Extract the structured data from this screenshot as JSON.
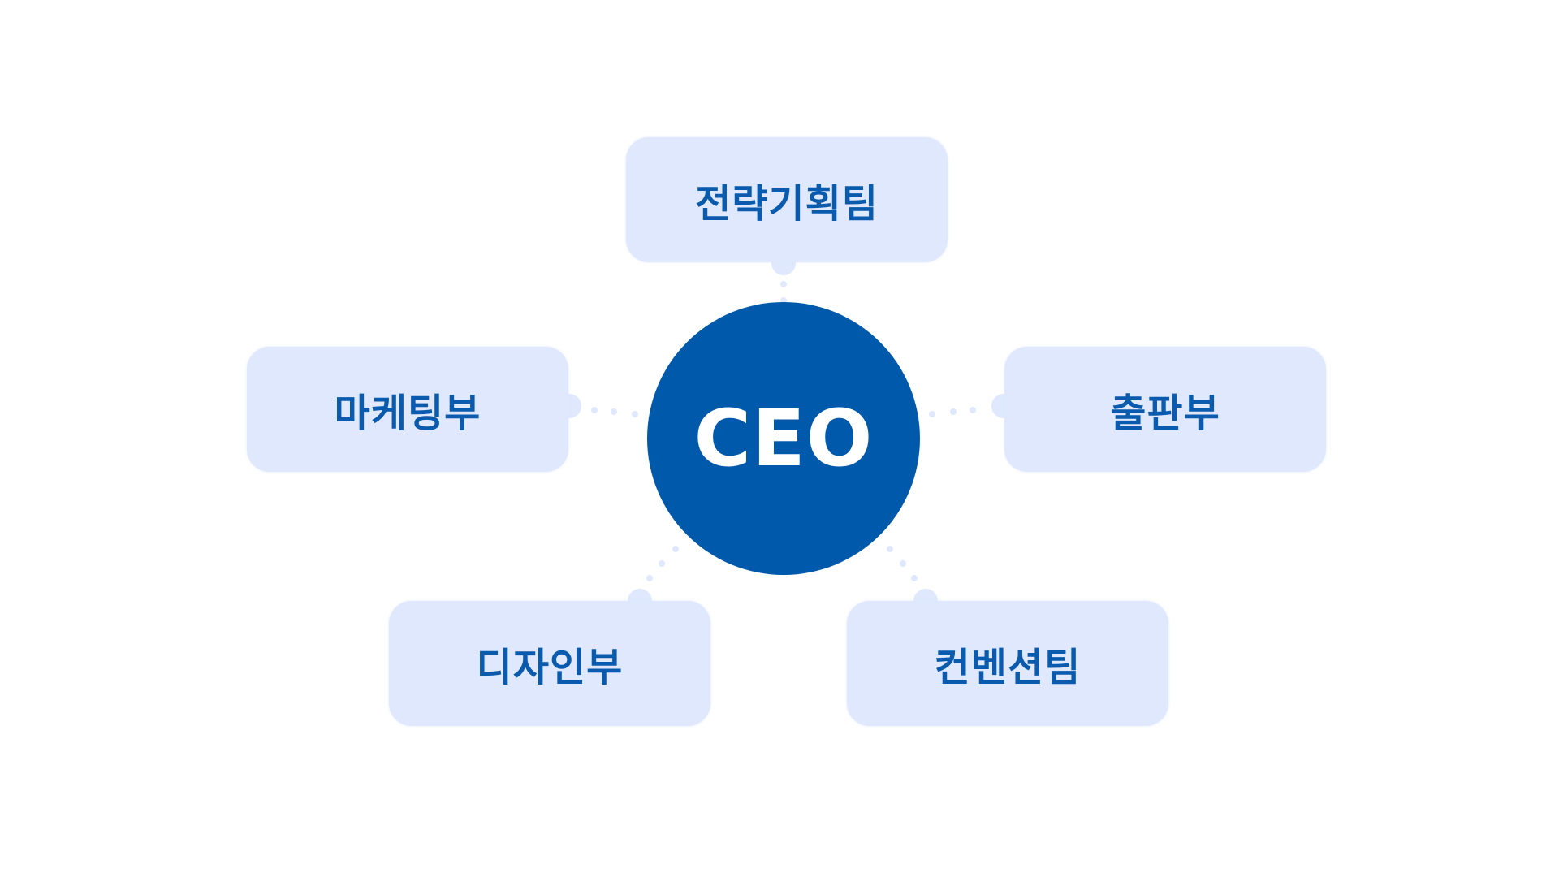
{
  "center": {
    "label": "CEO"
  },
  "departments": [
    {
      "id": "top",
      "label": "전략기획팀"
    },
    {
      "id": "left",
      "label": "마케팅부"
    },
    {
      "id": "right",
      "label": "출판부"
    },
    {
      "id": "bottom-left",
      "label": "디자인부"
    },
    {
      "id": "bottom-right",
      "label": "컨벤션팀"
    }
  ],
  "colors": {
    "center_fill": "#0059ab",
    "center_text": "#ffffff",
    "box_fill": "#dfe8fd",
    "box_text": "#0a5aad",
    "connector": "#dfe8fd"
  }
}
